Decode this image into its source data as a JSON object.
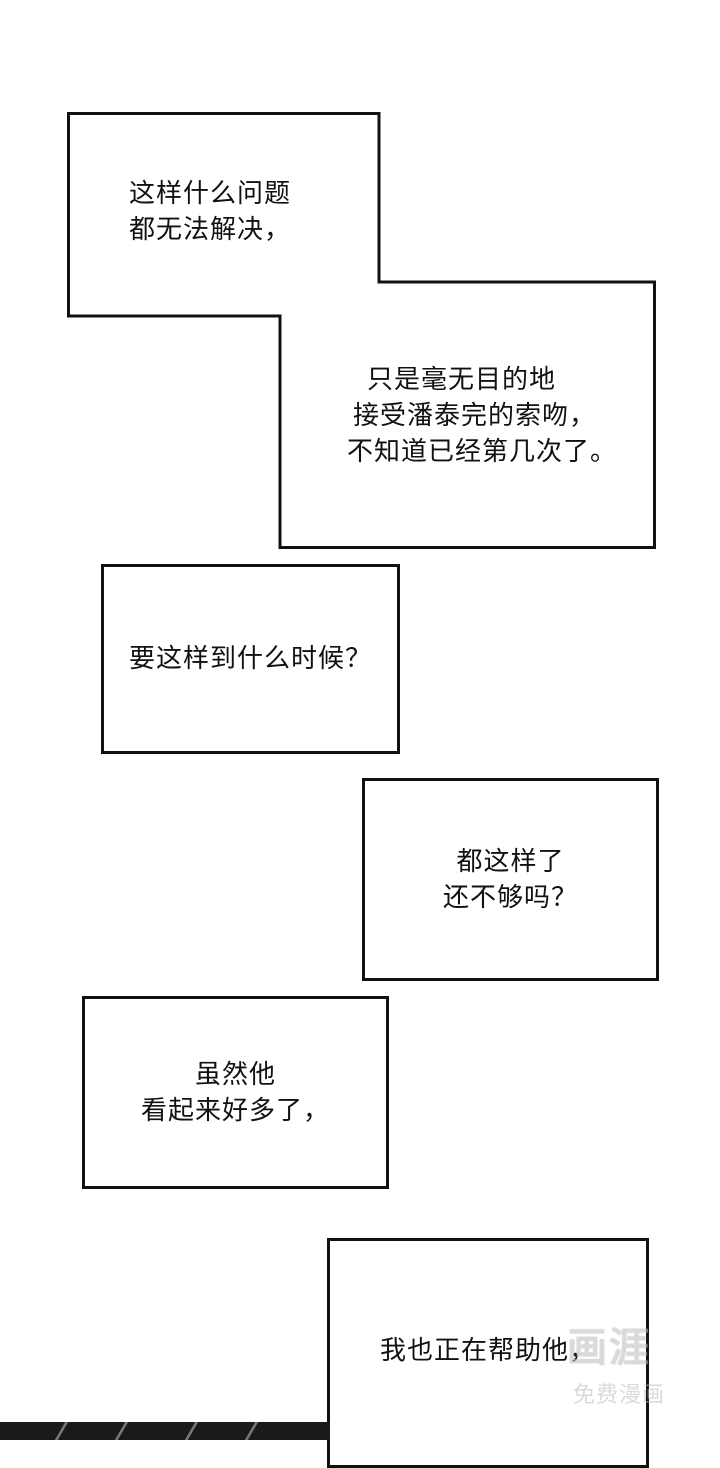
{
  "panels": {
    "p1": {
      "lines": [
        "这样什么问题",
        "都无法解决，"
      ]
    },
    "p2": {
      "lines": [
        "只是毫无目的地",
        "接受潘泰完的索吻，",
        "不知道已经第几次了。"
      ]
    },
    "p3": {
      "lines": [
        "要这样到什么时候？"
      ]
    },
    "p4": {
      "lines": [
        "都这样了",
        "还不够吗？"
      ]
    },
    "p5": {
      "lines": [
        "虽然他",
        "看起来好多了，"
      ]
    },
    "p6": {
      "lines": [
        "我也正在帮助他，"
      ]
    }
  },
  "watermark": {
    "logo": "画涯",
    "subtitle": "免费漫画"
  },
  "colors": {
    "background": "#ffffff",
    "border": "#111111",
    "text": "#111111",
    "watermark": "#bdbdbd"
  }
}
